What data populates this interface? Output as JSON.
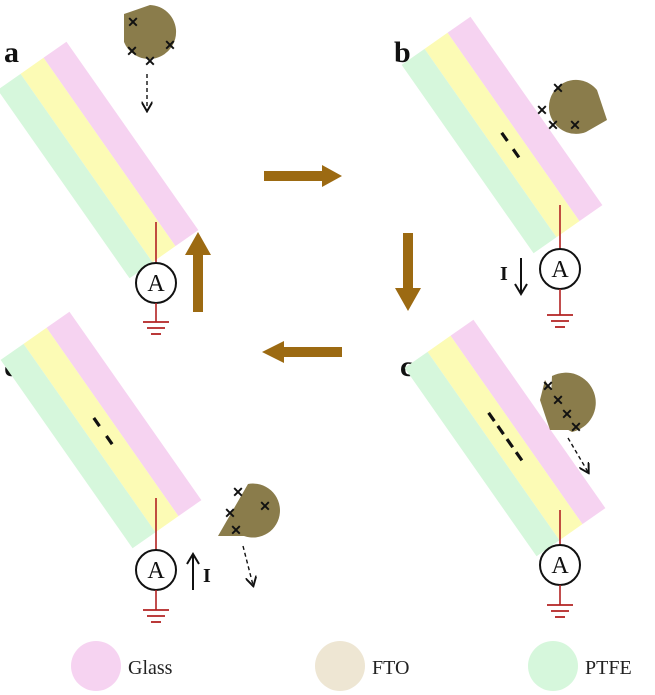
{
  "panels": {
    "a": {
      "label": "a"
    },
    "b": {
      "label": "b",
      "current_symbol": "I"
    },
    "c": {
      "label": "c"
    },
    "d": {
      "label": "d",
      "current_symbol": "I"
    }
  },
  "ammeter_symbol": "A",
  "legend": {
    "glass": {
      "label": "Glass",
      "color": "#f6d3f1"
    },
    "fto": {
      "label": "FTO",
      "color": "#eee6d3"
    },
    "ptfe": {
      "label": "PTFE",
      "color": "#d6f7dc"
    }
  },
  "colors": {
    "glass_layer": "#f6d3f1",
    "fto_layer": "#fcfbb5",
    "ptfe_layer": "#d6f7dc",
    "droplet": "#8a7c4b",
    "flow_arrow": "#9c6a12",
    "wire": "#b22222"
  }
}
